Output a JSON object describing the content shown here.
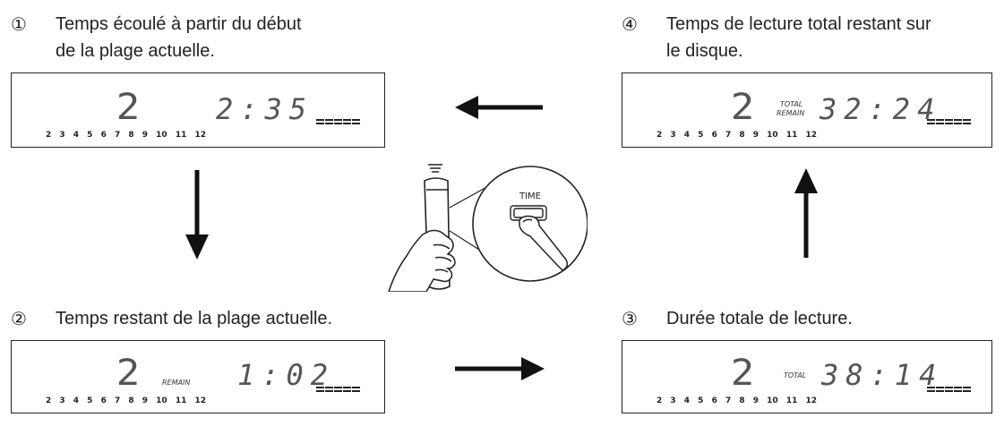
{
  "steps": [
    {
      "num": "①",
      "line1": "Temps écoulé à partir du début",
      "line2": "de la plage actuelle.",
      "display": {
        "track": "2",
        "label": "",
        "label2": "",
        "time": "2:35"
      }
    },
    {
      "num": "②",
      "line1": "Temps restant de la plage actuelle.",
      "line2": "",
      "display": {
        "track": "2",
        "label": "REMAIN",
        "label2": "",
        "time": "1:02"
      }
    },
    {
      "num": "③",
      "line1": "Durée totale de lecture.",
      "line2": "",
      "display": {
        "track": "2",
        "label": "TOTAL",
        "label2": "",
        "time": "38:14"
      }
    },
    {
      "num": "④",
      "line1": "Temps de lecture total restant sur",
      "line2": "le disque.",
      "display": {
        "track": "2",
        "label": "TOTAL",
        "label2": "REMAIN",
        "time": "32:24"
      }
    }
  ],
  "track_numbers": "2 3 4 5 6 7 8 9 10 11 12",
  "remote_button_label": "TIME"
}
